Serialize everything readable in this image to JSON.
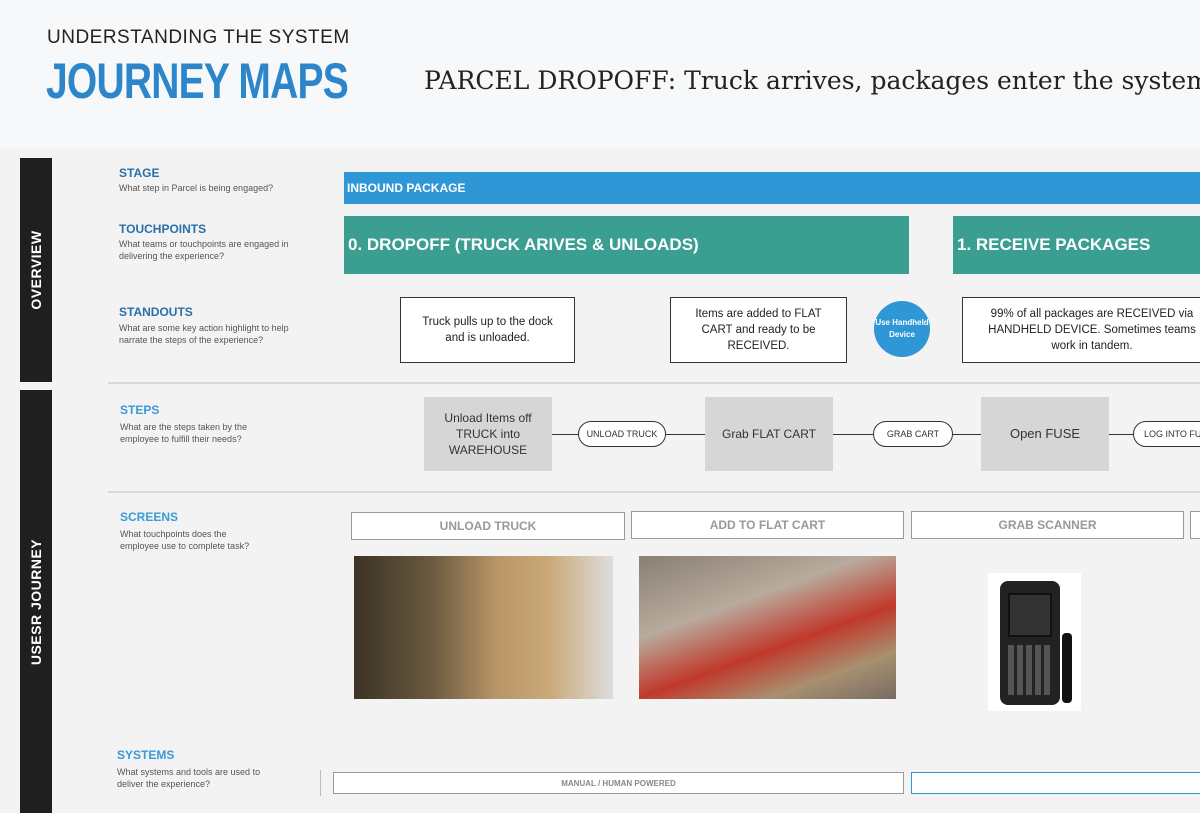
{
  "header": {
    "kicker": "UNDERSTANDING THE SYSTEM",
    "title": "JOURNEY MAPS",
    "subtitle": "PARCEL DROPOFF: Truck arrives, packages enter the system"
  },
  "sections": {
    "overview": "OVERVIEW",
    "user_journey": "USESR JOURNEY"
  },
  "rows": {
    "stage": {
      "label": "STAGE",
      "desc": "What step in Parcel is being engaged?"
    },
    "touchpoints": {
      "label": "TOUCHPOINTS",
      "desc": "What teams or touchpoints are engaged in delivering the experience?"
    },
    "standouts": {
      "label": "STANDOUTS",
      "desc": "What are some key action highlight to help narrate the steps of the experience?"
    },
    "steps": {
      "label": "STEPS",
      "desc": "What are the steps taken by the employee to fulfill their needs?"
    },
    "screens": {
      "label": "SCREENS",
      "desc": "What touchpoints does the employee use to complete task?"
    },
    "systems": {
      "label": "SYSTEMS",
      "desc": "What systems and tools are used to deliver the experience?"
    }
  },
  "stage_bar": "INBOUND PACKAGE",
  "touchpoints": [
    "0. DROPOFF (TRUCK ARIVES & UNLOADS)",
    "1. RECEIVE PACKAGES"
  ],
  "standouts": [
    "Truck pulls up to the dock and is unloaded.",
    "Items are added to FLAT CART and ready to be RECEIVED.",
    "99% of all packages are RECEIVED via HANDHELD DEVICE. Sometimes teams work in tandem."
  ],
  "standout_badge": "Use Handheld Device",
  "steps": [
    "Unload Items off TRUCK into WAREHOUSE",
    "Grab FLAT CART",
    "Open FUSE"
  ],
  "actions": [
    "UNLOAD TRUCK",
    "GRAB CART",
    "LOG INTO FUSE"
  ],
  "screens": [
    "UNLOAD TRUCK",
    "ADD TO FLAT CART",
    "GRAB SCANNER"
  ],
  "systems": [
    "MANUAL / HUMAN POWERED"
  ],
  "colors": {
    "accent": "#2d86c9",
    "stage": "#2f97d5",
    "touchpoint": "#3a9e91"
  }
}
